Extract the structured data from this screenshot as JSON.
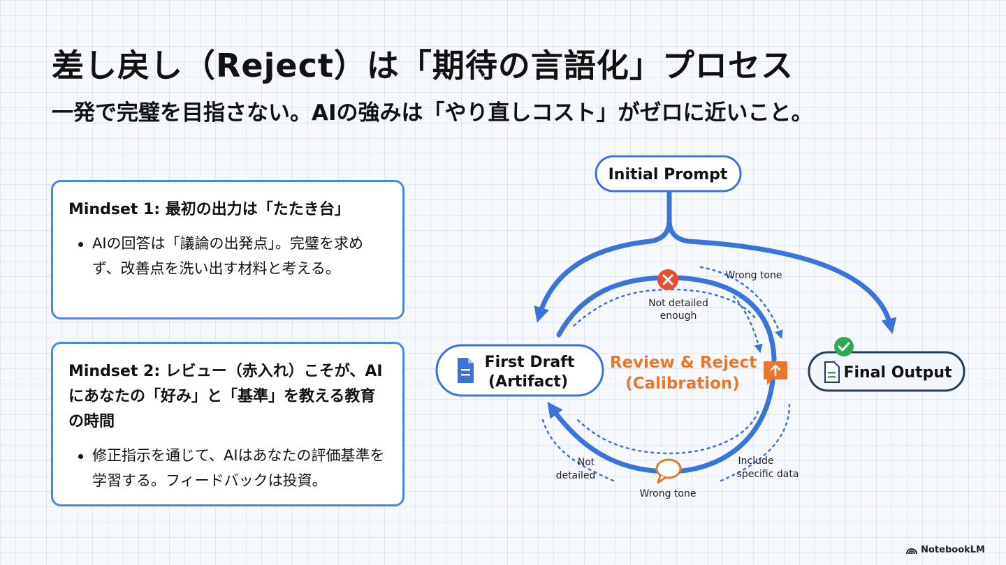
{
  "header": {
    "title": "差し戻し（Reject）は「期待の言語化」プロセス",
    "subtitle": "一発で完璧を目指さない。AIの強みは「やり直しコスト」がゼロに近いこと。"
  },
  "cards": [
    {
      "heading": "Mindset 1: 最初の出力は「たたき台」",
      "bullet": "AIの回答は「議論の出発点」。完璧を求めず、改善点を洗い出す材料と考える。"
    },
    {
      "heading": "Mindset 2: レビュー（赤入れ）こそが、AIにあなたの「好み」と「基準」を教える教育の時間",
      "bullet": "修正指示を通じて、AIはあなたの評価基準を学習する。フィードバックは投資。"
    }
  ],
  "diagram": {
    "initial_prompt": "Initial Prompt",
    "first_draft": [
      "First Draft",
      "(Artifact)"
    ],
    "final_output": "Final Output",
    "center_label": [
      "Review & Reject",
      "(Calibration)"
    ],
    "feedback": {
      "top_right": "Wrong tone",
      "top": [
        "Not detailed",
        "enough"
      ],
      "bottom_left": [
        "Not",
        "detailed"
      ],
      "bottom": "Wrong tone",
      "bottom_right": [
        "Include",
        "specific data"
      ]
    }
  },
  "colors": {
    "accent_blue": "#3b73db",
    "card_border": "#4a86e8",
    "accent_orange": "#e8772e",
    "reject_red": "#e4512f",
    "success_green": "#2fa84f",
    "final_border": "#1f3f5c"
  },
  "icons": {
    "reject": "x-circle-icon",
    "success": "check-circle-icon",
    "document": "document-icon",
    "comment": "speech-bubble-icon",
    "upload": "upload-chat-icon"
  },
  "brand": "NotebookLM"
}
